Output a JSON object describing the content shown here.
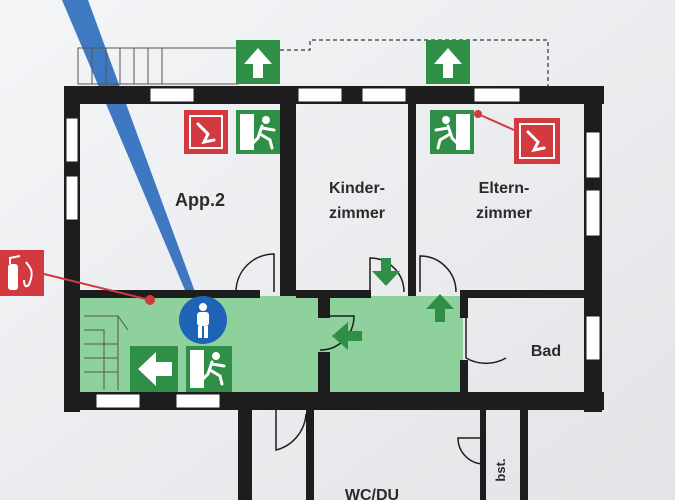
{
  "rooms": {
    "app2": "App.2",
    "kinderzimmer": [
      "Kinder-",
      "zimmer"
    ],
    "elternzimmer": [
      "Eltern-",
      "zimmer"
    ],
    "bad": "Bad",
    "wc_du": "WC/DU",
    "abst": "bst."
  },
  "colors": {
    "escape_green": "#2f8f46",
    "corridor_fill": "#8fd19c",
    "fire_red": "#d33a3f",
    "mandatory_blue": "#1f63b8",
    "wall": "#1d1d1d"
  },
  "signs": [
    "exit-arrow-up-icon",
    "exit-arrow-left-icon",
    "exit-arrow-down-icon",
    "running-man-exit-icon",
    "fire-alarm-call-point-icon",
    "fire-extinguisher-icon",
    "you-are-here-person-icon"
  ]
}
